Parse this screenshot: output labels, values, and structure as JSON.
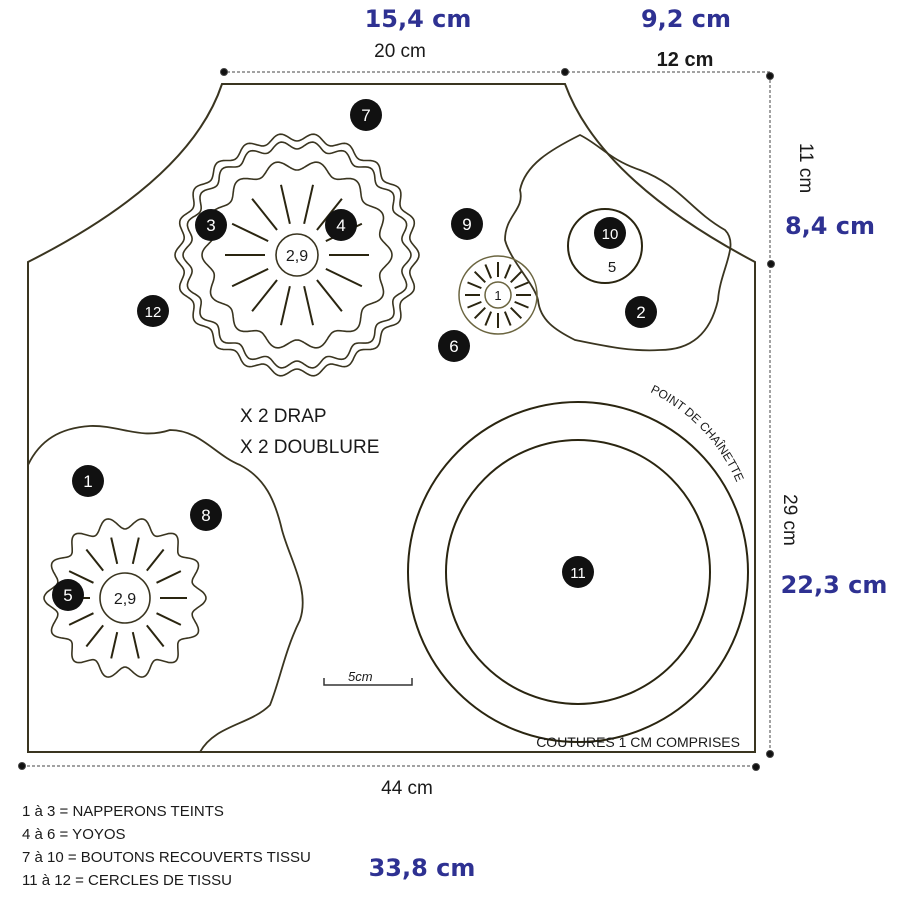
{
  "dimensions": {
    "top_left_original": "20 cm",
    "top_left_scaled": "15,4 cm",
    "top_right_original": "12 cm",
    "top_right_scaled": "9,2 cm",
    "right_top_original": "11 cm",
    "right_top_scaled": "8,4 cm",
    "right_bottom_original": "29 cm",
    "right_bottom_scaled": "22,3 cm",
    "bottom_original": "44 cm",
    "bottom_scaled": "33,8 cm"
  },
  "pattern": {
    "cut_line1": "X 2 DRAP",
    "cut_line2": "X 2 DOUBLURE",
    "stitch_label": "POINT DE CHAÎNETTE",
    "seam_note": "COUTURES 1 CM COMPRISES",
    "scale_label": "5cm",
    "inner_label_a": "2,9",
    "inner_label_b": "2,9",
    "inner_label_yoyo": "1",
    "inner_label_button": "5"
  },
  "markers": [
    "1",
    "2",
    "3",
    "4",
    "5",
    "6",
    "7",
    "8",
    "9",
    "10",
    "11",
    "12"
  ],
  "legend": [
    "1 à  3 = NAPPERONS TEINTS",
    "4 à 6 = YOYOS",
    "7 à 10 = BOUTONS RECOUVERTS TISSU",
    "11 à 12 = CERCLES DE TISSU"
  ],
  "colors": {
    "ink": "#1a1a1a",
    "outline": "#3a3520",
    "annotation": "#2e3192"
  }
}
